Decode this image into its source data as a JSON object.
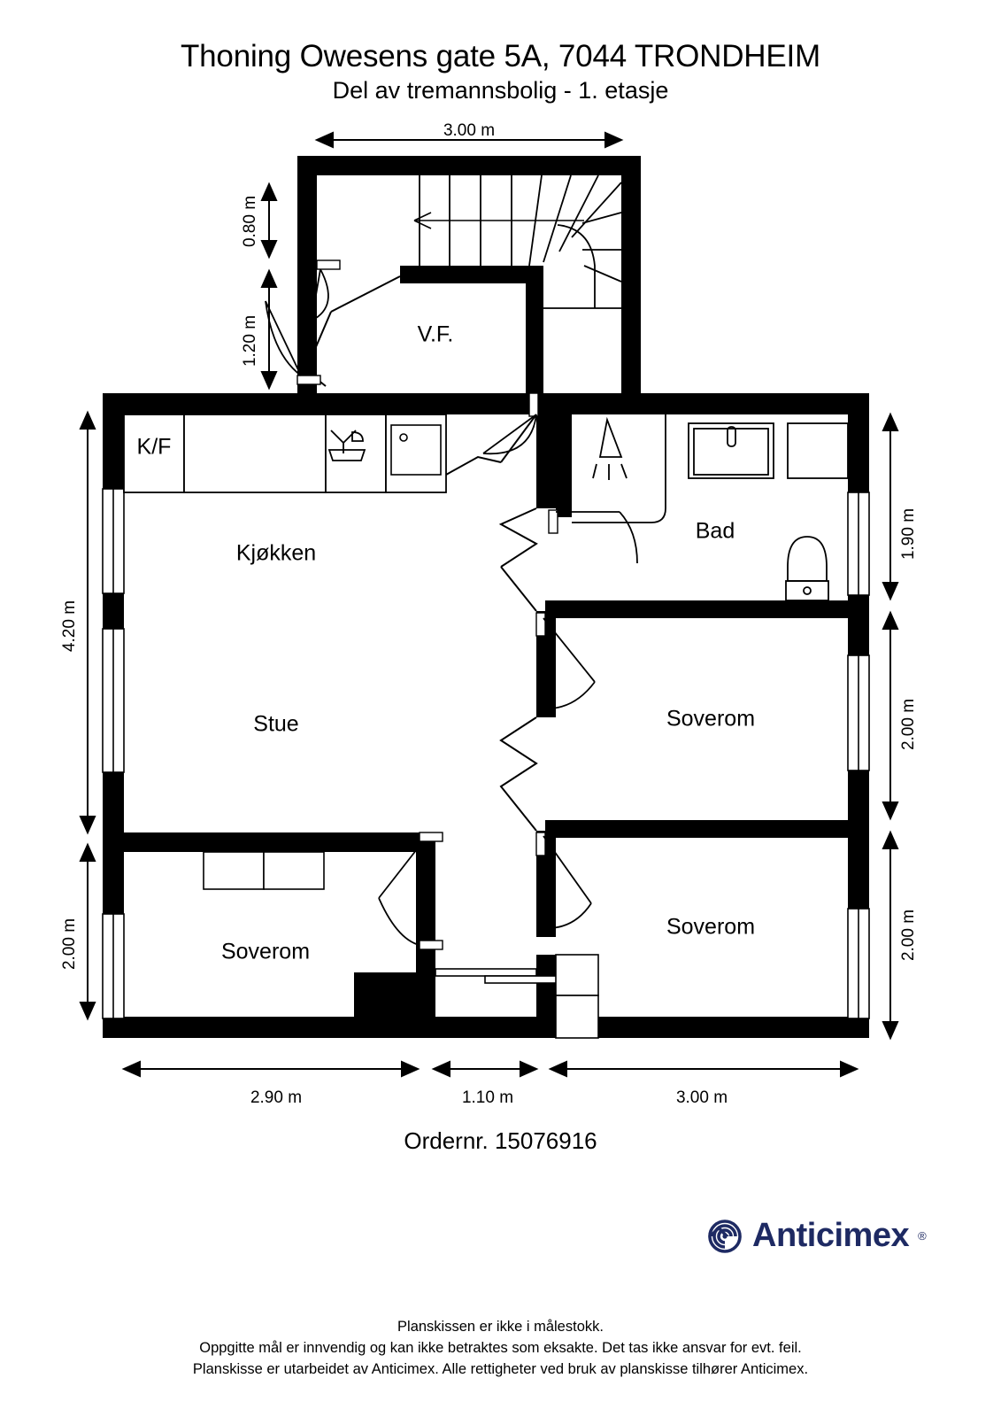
{
  "header": {
    "title": "Thoning Owesens gate 5A, 7044 TRONDHEIM",
    "subtitle": "Del av tremannsbolig - 1. etasje"
  },
  "rooms": [
    {
      "key": "vf",
      "label": "V.F."
    },
    {
      "key": "kf",
      "label": "K/F"
    },
    {
      "key": "kjokken",
      "label": "Kjøkken"
    },
    {
      "key": "stue",
      "label": "Stue"
    },
    {
      "key": "bad",
      "label": "Bad"
    },
    {
      "key": "soverom_1",
      "label": "Soverom"
    },
    {
      "key": "soverom_2",
      "label": "Soverom"
    },
    {
      "key": "soverom_3",
      "label": "Soverom"
    }
  ],
  "dimensions": {
    "top": [
      {
        "key": "top_3_00",
        "value": "3.00 m"
      }
    ],
    "left": [
      {
        "key": "left_0_80",
        "value": "0.80 m"
      },
      {
        "key": "left_1_20",
        "value": "1.20 m"
      },
      {
        "key": "left_4_20",
        "value": "4.20 m"
      },
      {
        "key": "left_2_00",
        "value": "2.00 m"
      }
    ],
    "right": [
      {
        "key": "right_1_90",
        "value": "1.90 m"
      },
      {
        "key": "right_2_00_a",
        "value": "2.00 m"
      },
      {
        "key": "right_2_00_b",
        "value": "2.00 m"
      }
    ],
    "bottom": [
      {
        "key": "bot_2_90",
        "value": "2.90 m"
      },
      {
        "key": "bot_1_10",
        "value": "1.10 m"
      },
      {
        "key": "bot_3_00",
        "value": "3.00 m"
      }
    ]
  },
  "order": {
    "label": "Ordernr. 15076916"
  },
  "logo": {
    "name": "Anticimex",
    "registered": "®",
    "color": "#1e2a63",
    "icon": "anticimex-spiral-icon"
  },
  "footer": {
    "line1": "Planskissen er ikke i målestokk.",
    "line2": "Oppgitte mål er innvendig og kan ikke betraktes som eksakte. Det tas ikke ansvar for evt. feil.",
    "line3": "Planskisse er utarbeidet av Anticimex. Alle rettigheter ved bruk av planskisse tilhører Anticimex."
  },
  "fixtures": [
    {
      "key": "sink",
      "name": "kitchen-sink-symbol"
    },
    {
      "key": "stove",
      "name": "stove-symbol"
    },
    {
      "key": "shower",
      "name": "shower-symbol"
    },
    {
      "key": "floordrain",
      "name": "floor-drain-symbol"
    },
    {
      "key": "bathtub",
      "name": "bathtub-symbol"
    },
    {
      "key": "toilet",
      "name": "toilet-symbol"
    },
    {
      "key": "bed",
      "name": "bed-symbol"
    },
    {
      "key": "stairs",
      "name": "staircase-symbol"
    }
  ],
  "colors": {
    "wall": "#000000",
    "background": "#ffffff",
    "line": "#000000",
    "brand": "#1e2a63"
  }
}
